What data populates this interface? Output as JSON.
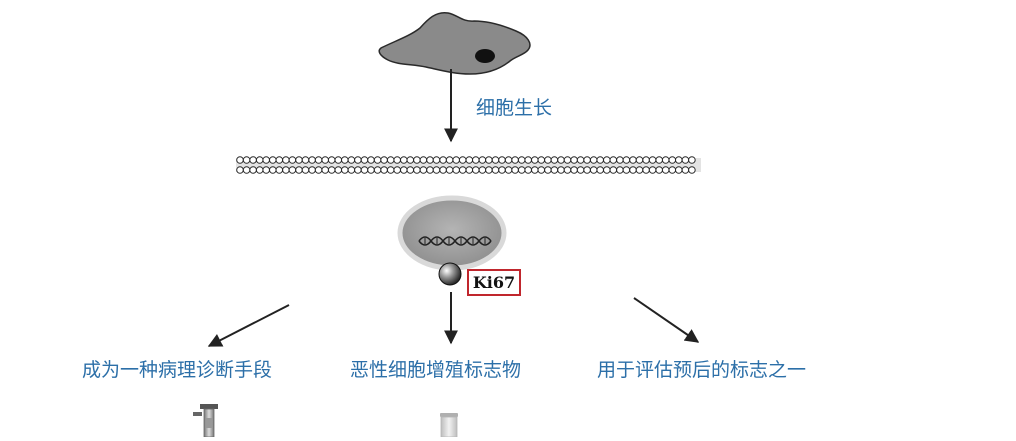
{
  "labels": {
    "cell_growth": "细胞生长",
    "diagnosis_tool": "成为一种病理诊断手段",
    "malignant_marker": "恶性细胞增殖标志物",
    "prognosis_marker": "用于评估预后的标志之一"
  },
  "protein": {
    "name": "Ki67",
    "box_color": "#c0262d"
  },
  "colors": {
    "text_blue": "#2c6fa8",
    "cell_fill": "#8a8a8a",
    "nucleus_fill": "#9c9c9c",
    "nucleus_border": "#d9d9d9",
    "arrow": "#222222"
  },
  "icons": [
    "cell-icon",
    "membrane-icon",
    "nucleus-icon",
    "dna-icon",
    "protein-sphere-icon",
    "pipette-icon",
    "test-tube-icon"
  ]
}
